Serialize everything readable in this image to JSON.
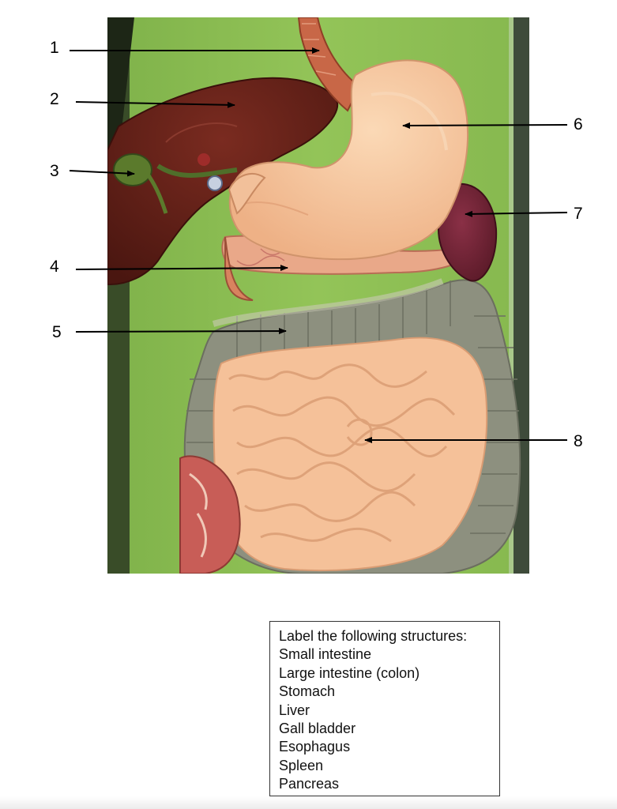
{
  "diagram": {
    "labels": [
      {
        "id": 1,
        "text": "1"
      },
      {
        "id": 2,
        "text": "2"
      },
      {
        "id": 3,
        "text": "3"
      },
      {
        "id": 4,
        "text": "4"
      },
      {
        "id": 5,
        "text": "5"
      },
      {
        "id": 6,
        "text": "6"
      },
      {
        "id": 7,
        "text": "7"
      },
      {
        "id": 8,
        "text": "8"
      }
    ]
  },
  "instructions": {
    "heading": "Label the following structures:",
    "items": [
      "Small intestine",
      "Large intestine (colon)",
      "Stomach",
      "Liver",
      "Gall bladder",
      "Esophagus",
      "Spleen",
      "Pancreas"
    ]
  },
  "colors": {
    "board": "#8fc055",
    "liver": "#5b1e16",
    "stomach": "#f3c29a",
    "colon": "#8c8f7f",
    "small_intestine": "#f6c39b",
    "spleen": "#6e2333",
    "esophagus": "#c76645",
    "gall_bladder": "#5d7a2e"
  }
}
